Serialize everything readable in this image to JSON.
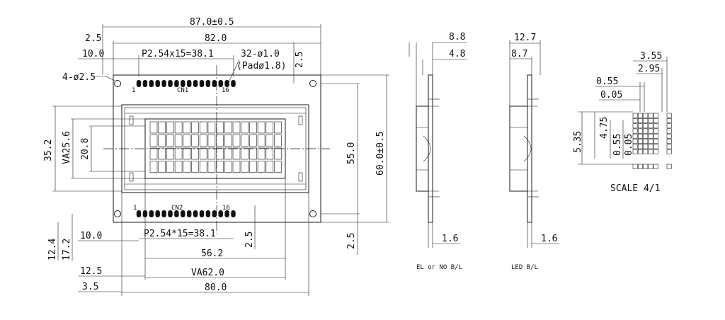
{
  "dims": {
    "overall_width": "87.0±0.5",
    "pcb_width": "82.0",
    "hole_offset_x": "2.5",
    "pin_offset_top": "10.0",
    "pitch_top": "P2.54x15=38.1",
    "holes_label": "32-ø1.0",
    "pad_label": "(Padø1.8)",
    "pin_vertical_top": "2.5",
    "mount_holes": "4-ø2.5",
    "cn1": "CN1",
    "cn2": "CN2",
    "pin1": "1",
    "pin16": "16",
    "height_352": "35.2",
    "va256": "VA25.6",
    "h208": "20.8",
    "h550": "55.0",
    "overall_height": "60.0±0.5",
    "pitch_bottom": "P2.54*15=38.1",
    "pin_vertical_bottom": "2.5",
    "right_25": "2.5",
    "h124": "12.4",
    "h172": "17.2",
    "w100": "10.0",
    "w562": "56.2",
    "w125": "12.5",
    "va620": "VA62.0",
    "w35": "3.5",
    "w800": "80.0"
  },
  "side": {
    "el_88": "8.8",
    "el_48": "4.8",
    "el_16": "1.6",
    "el_caption": "EL or NO B/L",
    "led_127": "12.7",
    "led_87": "8.7",
    "led_16": "1.6",
    "led_caption": "LED B/L"
  },
  "char": {
    "w355": "3.55",
    "w295": "2.95",
    "w055": "0.55",
    "w005": "0.05",
    "h535": "5.35",
    "h475": "4.75",
    "h055": "0.55",
    "h005": "0.05",
    "scale": "SCALE 4/1"
  }
}
